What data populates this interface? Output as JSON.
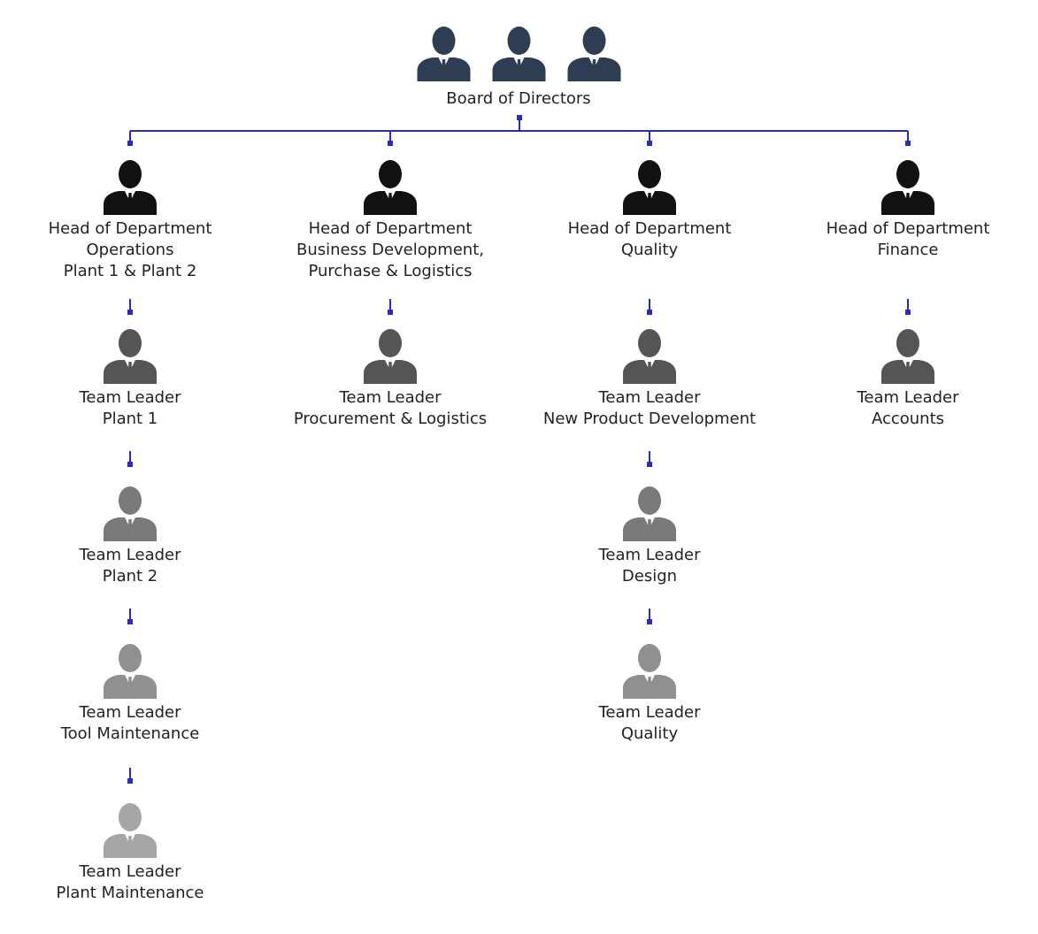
{
  "colors": {
    "connector": "#2b2bb8",
    "board": "#2e3e52",
    "level1": "#111111",
    "level2": "#555555",
    "level3": "#7a7a7a",
    "level4": "#909090",
    "level5": "#a6a6a6"
  },
  "icon": "person-suit-icon",
  "board": {
    "title": "Board of Directors"
  },
  "columns": [
    {
      "head": {
        "lines": [
          "Head of Department",
          "Operations",
          "Plant 1 & Plant 2"
        ]
      },
      "members": [
        {
          "lines": [
            "Team Leader",
            "Plant 1"
          ]
        },
        {
          "lines": [
            "Team Leader",
            "Plant 2"
          ]
        },
        {
          "lines": [
            "Team Leader",
            "Tool Maintenance"
          ]
        },
        {
          "lines": [
            "Team Leader",
            "Plant Maintenance"
          ]
        }
      ]
    },
    {
      "head": {
        "lines": [
          "Head of Department",
          "Business Development,",
          "Purchase & Logistics"
        ]
      },
      "members": [
        {
          "lines": [
            "Team Leader",
            "Procurement & Logistics"
          ]
        }
      ]
    },
    {
      "head": {
        "lines": [
          "Head of Department",
          "Quality"
        ]
      },
      "members": [
        {
          "lines": [
            "Team Leader",
            "New Product Development"
          ]
        },
        {
          "lines": [
            "Team Leader",
            "Design"
          ]
        },
        {
          "lines": [
            "Team Leader",
            "Quality"
          ]
        }
      ]
    },
    {
      "head": {
        "lines": [
          "Head of Department",
          "Finance"
        ]
      },
      "members": [
        {
          "lines": [
            "Team Leader",
            "Accounts"
          ]
        }
      ]
    }
  ]
}
